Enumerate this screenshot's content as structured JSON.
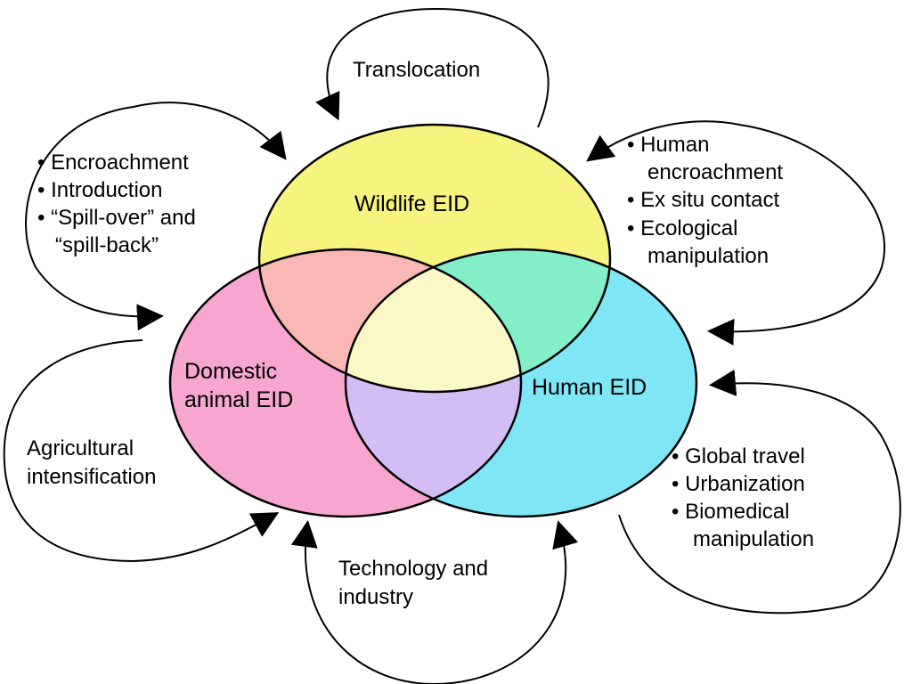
{
  "sets": {
    "wildlife": {
      "label": "Wildlife EID",
      "color": "#f7f37f"
    },
    "domestic": {
      "label_lines": [
        "Domestic",
        "animal EID"
      ],
      "color": "#f7a6cf"
    },
    "human": {
      "label": "Human EID",
      "color": "#7fe6f5"
    }
  },
  "overlap_colors": {
    "wildlife_domestic": "#fab8b4",
    "wildlife_human": "#82efc9",
    "domestic_human": "#d3bdf5",
    "all_three": "#fbf8c8"
  },
  "drivers": {
    "translocation": {
      "lines": [
        "Translocation"
      ]
    },
    "wildlife_domestic": {
      "lines": [
        "• Encroachment",
        "• Introduction",
        "• “Spill-over” and",
        "“spill-back”"
      ]
    },
    "wildlife_human": {
      "lines": [
        "• Human",
        "encroachment",
        "• Ex situ contact",
        "• Ecological",
        "manipulation"
      ]
    },
    "human": {
      "lines": [
        "• Global travel",
        "• Urbanization",
        "• Biomedical",
        "manipulation"
      ]
    },
    "technology": {
      "lines": [
        "Technology and",
        "industry"
      ]
    },
    "agricultural": {
      "lines": [
        "Agricultural",
        "intensification"
      ]
    }
  }
}
